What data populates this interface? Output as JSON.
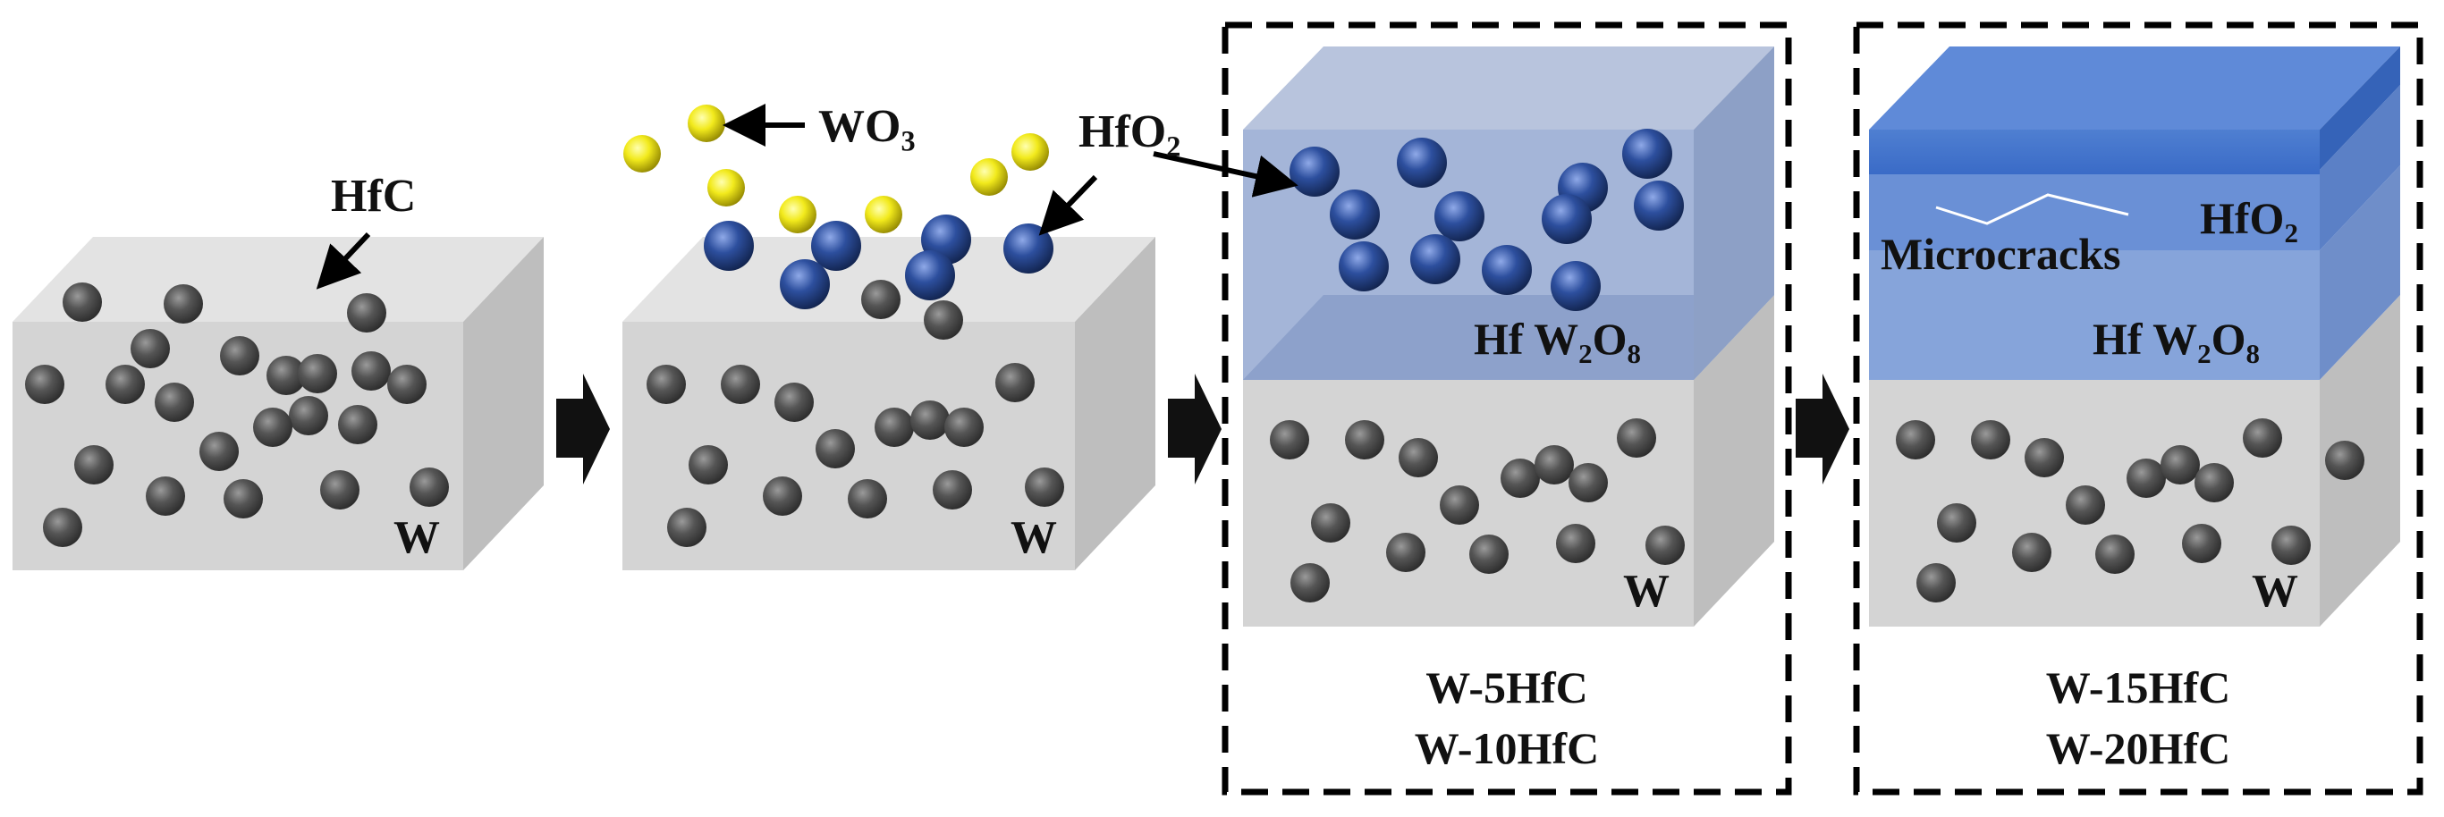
{
  "colors": {
    "background": "#ffffff",
    "block_front": "#d3d3d3",
    "block_top": "#e1e1e1",
    "block_side": "#bdbdbd",
    "hfc_particle": "#3c3c3c",
    "wo3_particle": "#f2ea1c",
    "hfo2_particle": "#233f86",
    "hfw2o8_layer": "#6f8fc6",
    "hfo2_layer": "#3b6fc9",
    "arrow": "#000000",
    "dashed_border": "#000000"
  },
  "icons": {
    "stage_arrow": "right-block-arrow-icon",
    "pointer": "pointer-arrow-icon",
    "crack": "microcrack-line-icon"
  },
  "stage1": {
    "particle_label": "HfC",
    "substrate_label": "W"
  },
  "stage2": {
    "wo3_label_main": "WO",
    "wo3_label_sub": "3",
    "hfo2_label_main": "HfO",
    "hfo2_label_sub": "2",
    "substrate_label": "W"
  },
  "stage3": {
    "hfw2o8_prefix": "Hf W",
    "hfw2o8_sub1": "2",
    "hfw2o8_mid": "O",
    "hfw2o8_sub2": "8",
    "substrate_label": "W",
    "caption_line1": "W-5HfC",
    "caption_line2": "W-10HfC"
  },
  "stage4": {
    "hfo2_main": "HfO",
    "hfo2_sub": "2",
    "crack_label": "Microcracks",
    "hfw2o8_prefix": "Hf W",
    "hfw2o8_sub1": "2",
    "hfw2o8_mid": "O",
    "hfw2o8_sub2": "8",
    "substrate_label": "W",
    "caption_line1": "W-15HfC",
    "caption_line2": "W-20HfC"
  }
}
